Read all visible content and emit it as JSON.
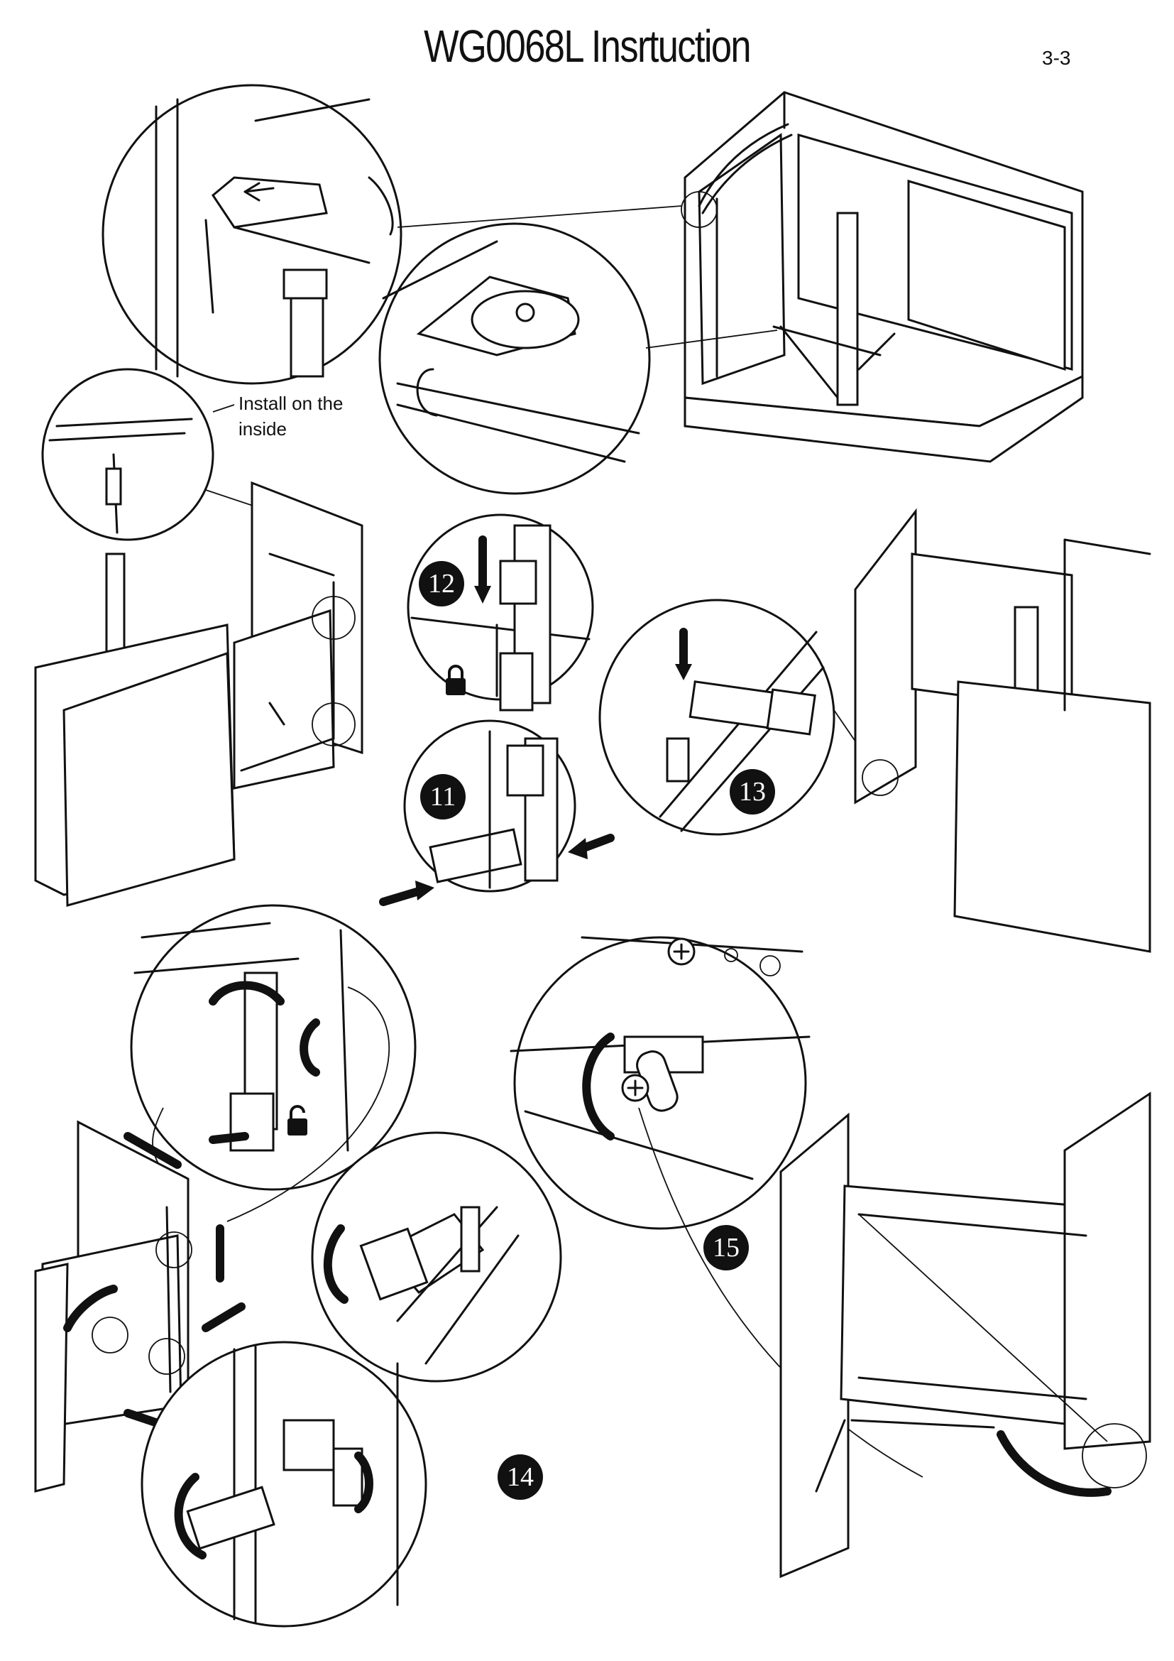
{
  "header": {
    "title": "WG0068L Insrtuction",
    "page": "3-3"
  },
  "callout": {
    "line1": "Install on the",
    "line2": "inside"
  },
  "steps": {
    "s11": "11",
    "s12": "12",
    "s13": "13",
    "s14": "14",
    "s15": "15"
  },
  "icons": {
    "lock": "padlock-locked-icon",
    "unlock": "padlock-unlocked-icon",
    "screw": "phillips-screw-icon"
  }
}
